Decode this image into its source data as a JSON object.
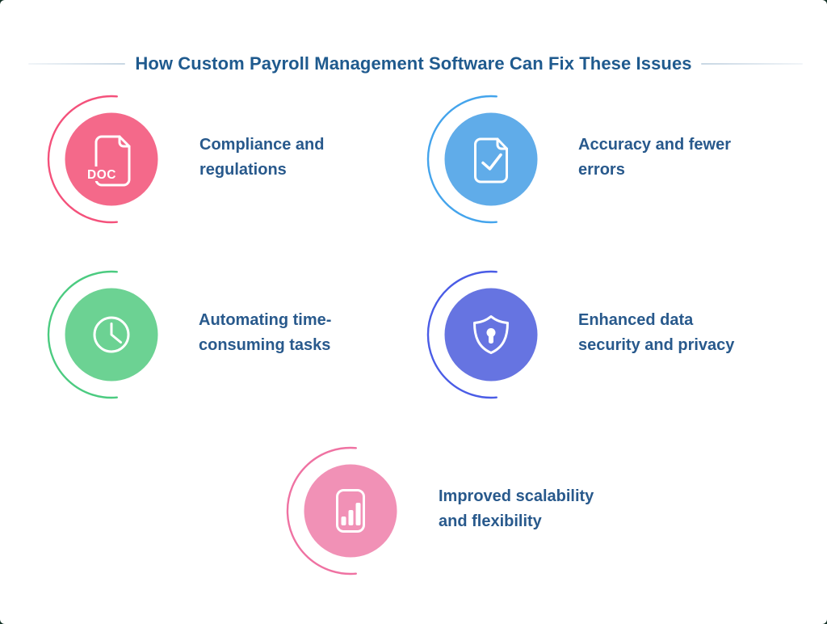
{
  "header": {
    "title": "How Custom Payroll Management Software Can Fix These Issues",
    "title_color": "#1F5A8E",
    "rule_color": "#C8D7E4"
  },
  "text_color": "#28598C",
  "items": [
    {
      "name": "compliance-regulations",
      "icon": "doc-file-icon",
      "icon_label": "DOC",
      "lines": [
        "Compliance and",
        "regulations"
      ],
      "circle_color": "#F4698A",
      "arc_color": "#F4517B"
    },
    {
      "name": "accuracy-fewer-errors",
      "icon": "document-check-icon",
      "lines": [
        "Accuracy and fewer",
        "errors"
      ],
      "circle_color": "#60ACE9",
      "arc_color": "#44A4EC"
    },
    {
      "name": "automating-time-consuming-tasks",
      "icon": "clock-icon",
      "lines": [
        "Automating time-",
        "consuming tasks"
      ],
      "circle_color": "#6CD293",
      "arc_color": "#4BCB80"
    },
    {
      "name": "enhanced-data-security-privacy",
      "icon": "shield-keyhole-icon",
      "lines": [
        "Enhanced data",
        "security and privacy"
      ],
      "circle_color": "#6674E1",
      "arc_color": "#4A5CE6"
    },
    {
      "name": "improved-scalability-flexibility",
      "icon": "bar-chart-icon",
      "lines": [
        "Improved scalability",
        "and flexibility"
      ],
      "circle_color": "#F191B6",
      "arc_color": "#EF72A2"
    }
  ]
}
